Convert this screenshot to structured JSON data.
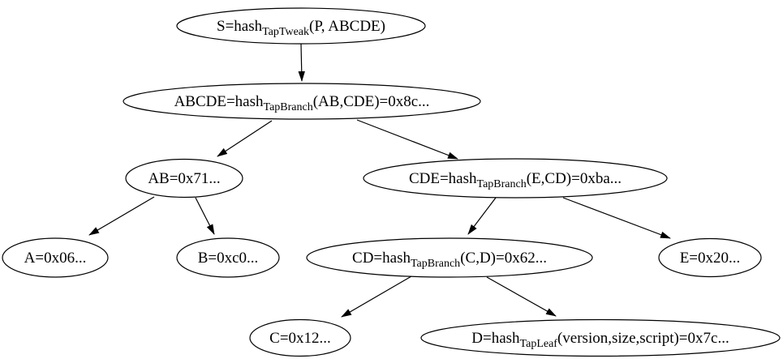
{
  "diagram": {
    "type": "tree",
    "description_visible": false
  },
  "colors": {
    "line": "#000000",
    "text": "#000000",
    "background": "#ffffff"
  },
  "nodes": {
    "S": {
      "pre": "S=hash",
      "sub": "TapTweak",
      "post": "(P, ABCDE)"
    },
    "ABCDE": {
      "pre": "ABCDE=hash",
      "sub": "TapBranch",
      "post": "(AB,CDE)=0x8c..."
    },
    "AB": {
      "pre": "AB=0x71..."
    },
    "CDE": {
      "pre": "CDE=hash",
      "sub": "TapBranch",
      "post": "(E,CD)=0xba..."
    },
    "A": {
      "pre": "A=0x06..."
    },
    "B": {
      "pre": "B=0xc0..."
    },
    "CD": {
      "pre": "CD=hash",
      "sub": "TapBranch",
      "post": "(C,D)=0x62..."
    },
    "E": {
      "pre": "E=0x20..."
    },
    "C": {
      "pre": "C=0x12..."
    },
    "D": {
      "pre": "D=hash",
      "sub": "TapLeaf",
      "post": "(version,size,script)=0x7c..."
    }
  },
  "edges": [
    {
      "from": "S",
      "to": "ABCDE"
    },
    {
      "from": "ABCDE",
      "to": "AB"
    },
    {
      "from": "ABCDE",
      "to": "CDE"
    },
    {
      "from": "AB",
      "to": "A"
    },
    {
      "from": "AB",
      "to": "B"
    },
    {
      "from": "CDE",
      "to": "CD"
    },
    {
      "from": "CDE",
      "to": "E"
    },
    {
      "from": "CD",
      "to": "C"
    },
    {
      "from": "CD",
      "to": "D"
    }
  ]
}
